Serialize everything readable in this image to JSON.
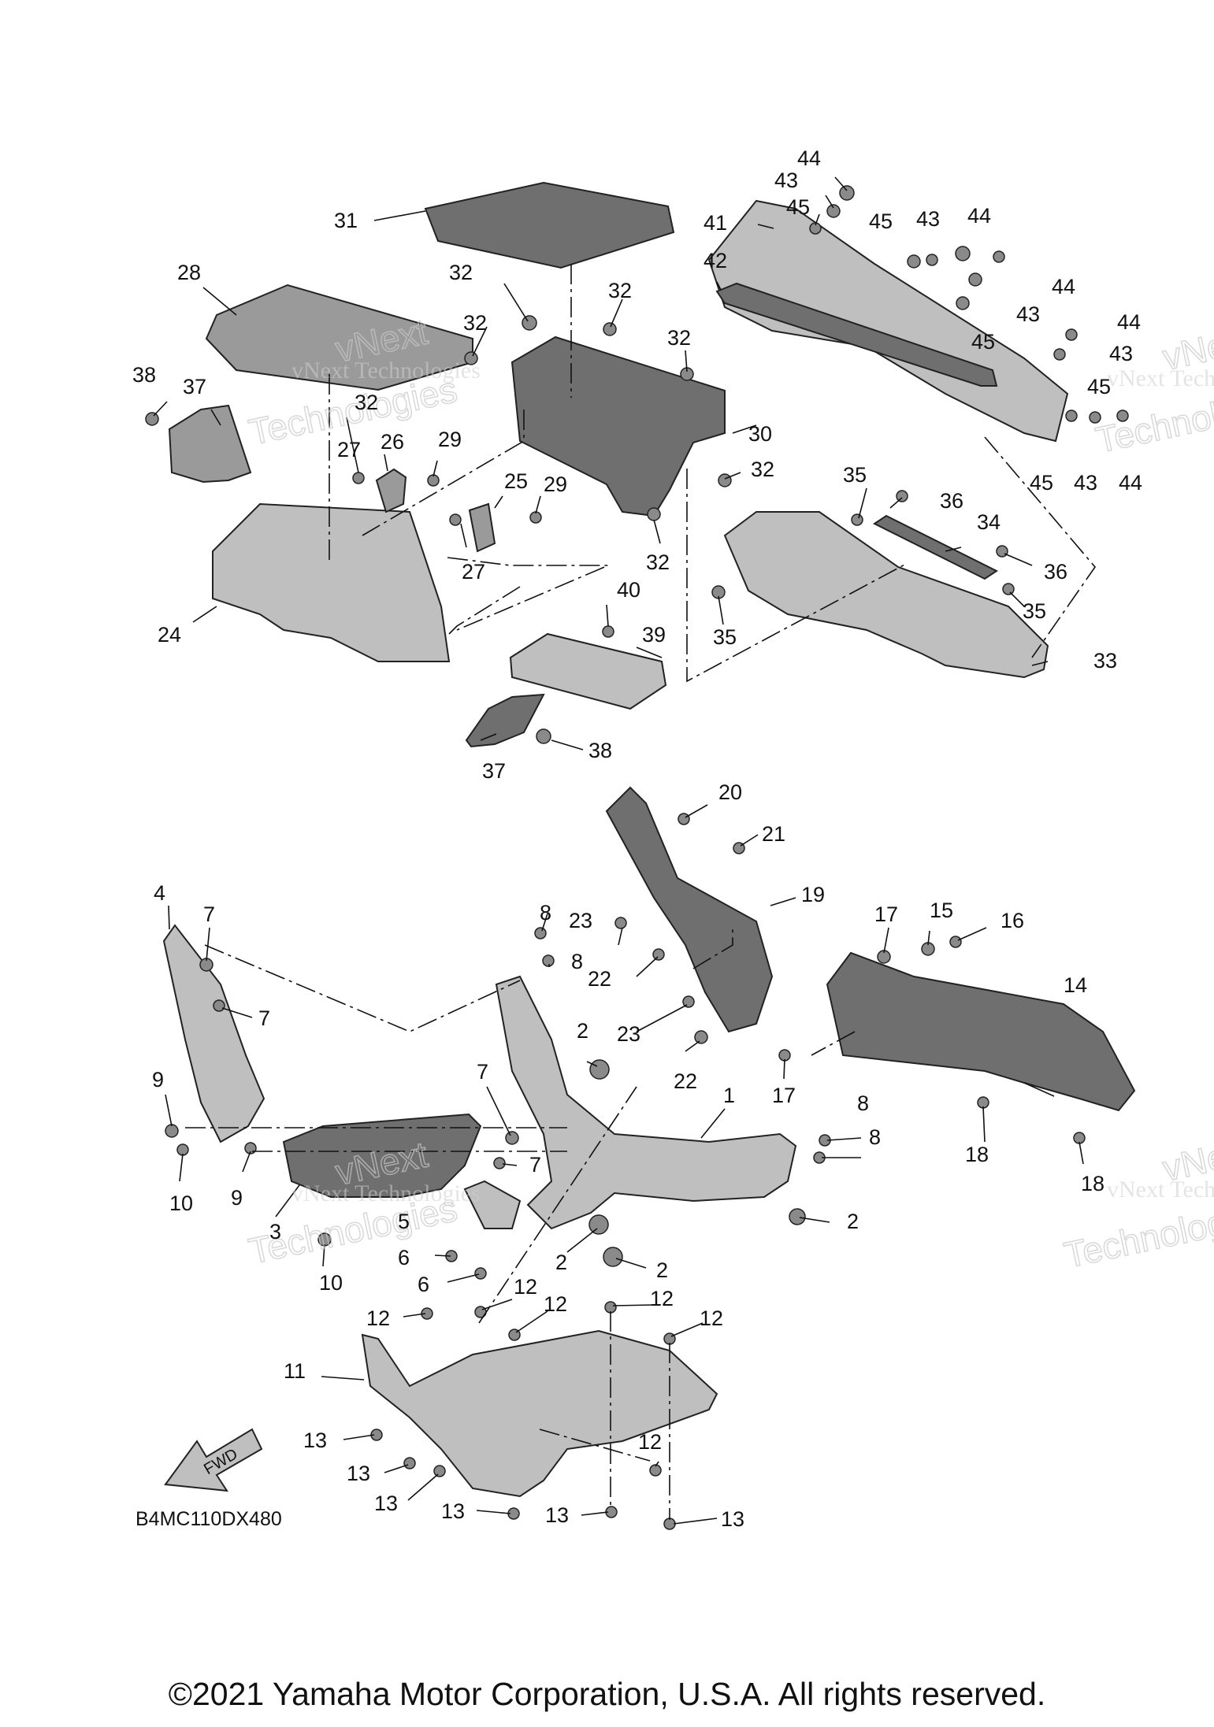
{
  "diagram_code": "B4MC110DX480",
  "copyright": "©2021 Yamaha Motor Corporation, U.S.A. All rights reserved.",
  "fwd_label": "FWD",
  "watermark": {
    "line1": "vNext Technologies",
    "line2": "Technologies",
    "line3": "vNext"
  },
  "callouts": {
    "c1": "1",
    "c2": "2",
    "c3": "3",
    "c4": "4",
    "c5": "5",
    "c6": "6",
    "c7": "7",
    "c8": "8",
    "c9": "9",
    "c10": "10",
    "c11": "11",
    "c12": "12",
    "c13": "13",
    "c14": "14",
    "c15": "15",
    "c16": "16",
    "c17": "17",
    "c18": "18",
    "c19": "19",
    "c20": "20",
    "c21": "21",
    "c22": "22",
    "c23": "23",
    "c24": "24",
    "c25": "25",
    "c26": "26",
    "c27": "27",
    "c28": "28",
    "c29": "29",
    "c30": "30",
    "c31": "31",
    "c32": "32",
    "c33": "33",
    "c34": "34",
    "c35": "35",
    "c36": "36",
    "c37": "37",
    "c38": "38",
    "c39": "39",
    "c40": "40",
    "c41": "41",
    "c42": "42",
    "c43": "43",
    "c44": "44",
    "c45": "45"
  }
}
